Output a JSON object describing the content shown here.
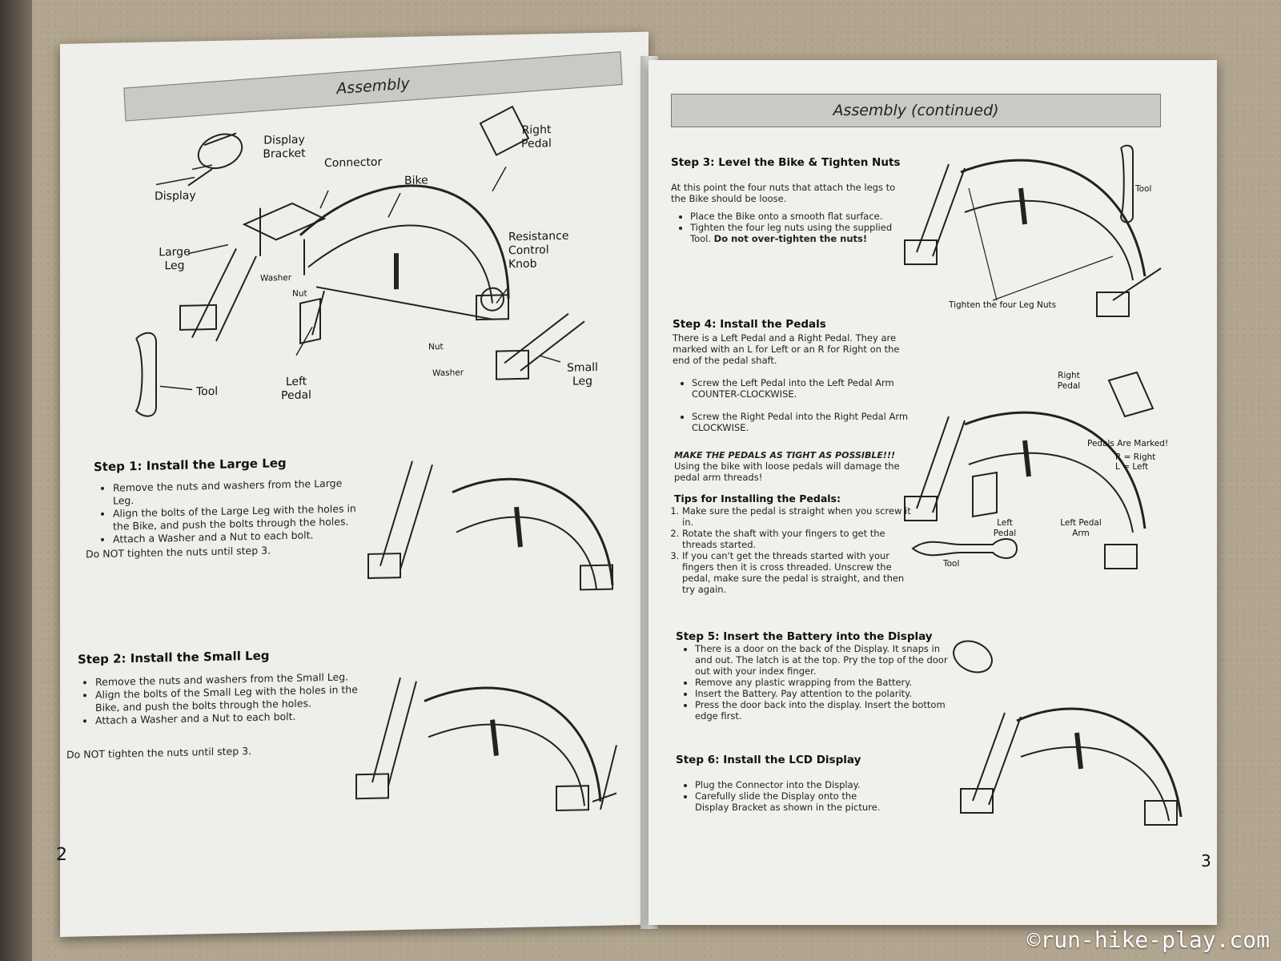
{
  "left_page": {
    "header": "Assembly",
    "page_number": "2",
    "diagram_labels": {
      "display": "Display",
      "display_bracket": "Display Bracket",
      "connector": "Connector",
      "bike": "Bike",
      "right_pedal": "Right Pedal",
      "large_leg": "Large Leg",
      "washer_1": "Washer",
      "nut_1": "Nut",
      "resistance_knob": "Resistance Control Knob",
      "nut_2": "Nut",
      "washer_2": "Washer",
      "tool": "Tool",
      "left_pedal": "Left Pedal",
      "small_leg": "Small Leg"
    },
    "step1": {
      "title": "Step 1: Install the Large Leg",
      "b1": "Remove the nuts and washers from the Large Leg.",
      "b2": "Align the bolts of the Large Leg with the holes in the Bike, and push the bolts through the holes.",
      "b3": "Attach a Washer and a Nut to each bolt.",
      "note": "Do NOT tighten the nuts until step 3."
    },
    "step2": {
      "title": "Step 2: Install the Small Leg",
      "b1": "Remove the nuts and washers from the Small Leg.",
      "b2": "Align the bolts of the Small Leg with the holes in the Bike, and push the bolts through the holes.",
      "b3": "Attach a Washer and a Nut to each bolt.",
      "note": "Do NOT tighten the nuts until step 3."
    }
  },
  "right_page": {
    "header": "Assembly (continued)",
    "page_number": "3",
    "step3": {
      "title": "Step 3: Level the Bike & Tighten Nuts",
      "intro": "At this point the four nuts that attach the legs to the Bike should be loose.",
      "b1": "Place the Bike onto a smooth flat surface.",
      "b2a": "Tighten the four leg nuts using the supplied Tool.",
      "b2b": "Do not over-tighten the nuts!",
      "label_tool": "Tool",
      "label_nuts": "Tighten the four Leg Nuts"
    },
    "step4": {
      "title": "Step 4: Install the Pedals",
      "intro": "There is a Left Pedal and a Right Pedal. They are marked with an L for Left or an R for Right on the end of the pedal shaft.",
      "b1": "Screw the Left Pedal into the Left Pedal Arm COUNTER-CLOCKWISE.",
      "b2": "Screw the Right Pedal into the Right Pedal Arm CLOCKWISE.",
      "warning": "MAKE THE PEDALS AS TIGHT AS POSSIBLE!!!",
      "warning_text": "Using the bike with loose pedals will damage the pedal arm threads!",
      "tips_title": "Tips for Installing the Pedals:",
      "tips": [
        "Make sure the pedal is straight when you screw it in.",
        "Rotate the shaft with your fingers to get the threads started.",
        "If you can't get the threads started with your fingers then it is cross threaded. Unscrew the pedal, make sure the pedal is straight, and then try again."
      ],
      "label_right_pedal": "Right Pedal",
      "label_marked": "Pedals Are Marked!",
      "label_r": "R = Right",
      "label_l": "L = Left",
      "label_left_pedal": "Left Pedal",
      "label_left_arm": "Left Pedal Arm",
      "label_tool": "Tool"
    },
    "step5": {
      "title": "Step 5: Insert the Battery into the Display",
      "bullets": [
        "There is a door on the back of the Display. It snaps in and out. The latch is at the top. Pry the top of the door out with your index finger.",
        "Remove any plastic wrapping from the Battery.",
        "Insert the Battery. Pay attention to the polarity.",
        "Press the door back into the display. Insert the bottom edge first."
      ]
    },
    "step6": {
      "title": "Step 6: Install the LCD Display",
      "bullets": [
        "Plug the Connector into the Display.",
        "Carefully slide the Display onto the Display Bracket as shown in the picture."
      ]
    }
  },
  "watermark": "©run-hike-play.com"
}
